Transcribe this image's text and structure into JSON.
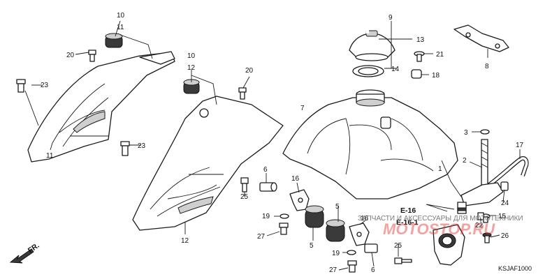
{
  "diagram": {
    "code": "KSJAF1000",
    "front_indicator": "FR.",
    "references": [
      "E-16",
      "E-16-1"
    ],
    "watermark_text": "ЗАПЧАСТИ И АКСЕССУАРЫ ДЛЯ МОТОТЕХНИКИ",
    "watermark_logo": "MOTOSTOP.RU",
    "callouts": {
      "c10a": "10",
      "c11a": "11",
      "c20a": "20",
      "c23a": "23",
      "c11b": "11",
      "c10b": "10",
      "c12a": "12",
      "c20b": "20",
      "c23b": "23",
      "c12b": "12",
      "c9": "9",
      "c13": "13",
      "c14": "14",
      "c21": "21",
      "c18": "18",
      "c8": "8",
      "c7": "7",
      "c3": "3",
      "c2": "2",
      "c17": "17",
      "c1": "1",
      "c6a": "6",
      "c16a": "16",
      "c25a": "25",
      "c19a": "19",
      "c27a": "27",
      "c5a": "5",
      "c5b": "5",
      "c16b": "16",
      "c19b": "19",
      "c27b": "27",
      "c6b": "6",
      "c25b": "25",
      "c24": "24",
      "c15": "15",
      "c22": "22",
      "c26": "26"
    }
  }
}
